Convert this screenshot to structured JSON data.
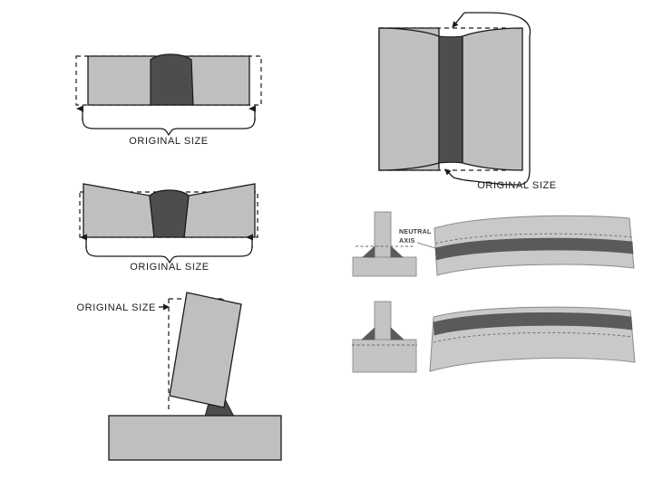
{
  "figure": {
    "title": "Welding Distortion Types",
    "background": "#ffffff",
    "colors": {
      "plate_fill": "#bfbfbf",
      "plate_fill_light": "#c9c9c9",
      "weld_fill": "#4d4d4d",
      "weld_fill_dark": "#454545",
      "outline": "#1a1a1a",
      "dashed": "#1a1a1a",
      "label_text": "#1a1a1a",
      "soft_outline": "#8a8a8a",
      "soft_plate": "#c4c4c4",
      "soft_weld": "#5a5a5a"
    }
  },
  "panels": [
    {
      "id": "transverse-shrinkage",
      "name": "transverse-shrinkage-diagram",
      "label": "ORIGINAL SIZE",
      "description": "Butt joint plate with V-groove weld bead, dashed original outline wider than shrunken plate, curly brace below with outward arrows"
    },
    {
      "id": "angular-distortion",
      "name": "angular-distortion-diagram",
      "label": "ORIGINAL SIZE",
      "description": "Butt joint with V-groove weld where both plate halves tilt upward at outer edges, dashed original rectangle outline, curly brace below"
    },
    {
      "id": "fillet-angular-distortion",
      "name": "fillet-angular-distortion-diagram",
      "label": "ORIGINAL SIZE",
      "description": "Vertical plate tilted out of square on a horizontal base plate with dark fillet weld, dashed original vertical outline, leader arrow pointing right"
    },
    {
      "id": "longitudinal-shrinkage",
      "name": "longitudinal-shrinkage-diagram",
      "label": "ORIGINAL SIZE",
      "description": "Two plates joined by a vertical weld seam, top and bottom edges pulled concave inward, dashed original edges with curved leader lines meeting the label"
    },
    {
      "id": "bowing-distortion-top",
      "name": "bowing-distortion-top-diagram",
      "label": "NEUTRAL AXIS",
      "description": "T-section end view with fillet welds and dashed neutral axis, beside a long beam arched upward with dark weld band below the dashed neutral axis"
    },
    {
      "id": "bowing-distortion-bottom",
      "name": "bowing-distortion-bottom-diagram",
      "label": "",
      "description": "T-section end view with fillet welds and dashed neutral axis low in flange, beside a long beam bowed downward with dark weld band above the dashed neutral axis"
    }
  ],
  "labels": {
    "original_size_1": "ORIGINAL SIZE",
    "original_size_2": "ORIGINAL SIZE",
    "original_size_3": "ORIGINAL SIZE",
    "original_size_4": "ORIGINAL SIZE",
    "neutral_axis_line1": "NEUTRAL",
    "neutral_axis_line2": "AXIS"
  }
}
